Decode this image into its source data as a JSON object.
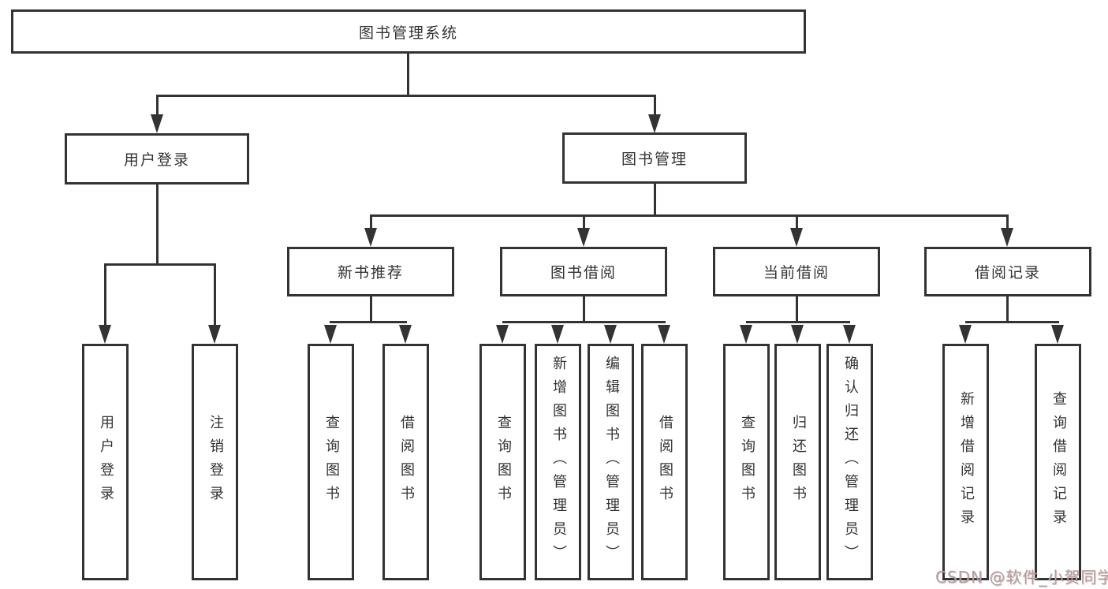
{
  "diagram": {
    "title_node": "图书管理系统",
    "nodes": {
      "root": "图书管理系统",
      "user_login": "用户登录",
      "book_mgmt": "图书管理",
      "new_book": "新书推荐",
      "book_borrow": "图书借阅",
      "current_borrow": "当前借阅",
      "borrow_record": "借阅记录"
    },
    "leaves": {
      "user_login": [
        "用户登录",
        "注销登录"
      ],
      "new_book": [
        "查询图书",
        "借阅图书"
      ],
      "book_borrow": [
        "查询图书",
        "新增图书（管理员）",
        "编辑图书（管理员）",
        "借阅图书"
      ],
      "current_borrow": [
        "查询图书",
        "归还图书",
        "确认归还（管理员）"
      ],
      "borrow_record": [
        "新增借阅记录",
        "查询借阅记录"
      ]
    }
  },
  "watermark": {
    "text": "CSDN @软件_小贺同学"
  },
  "colors": {
    "line": "#333333",
    "text": "#333333",
    "background": "#ffffff",
    "watermark_gray": "#a6a6a8",
    "watermark_red_tint": "#e06060"
  }
}
